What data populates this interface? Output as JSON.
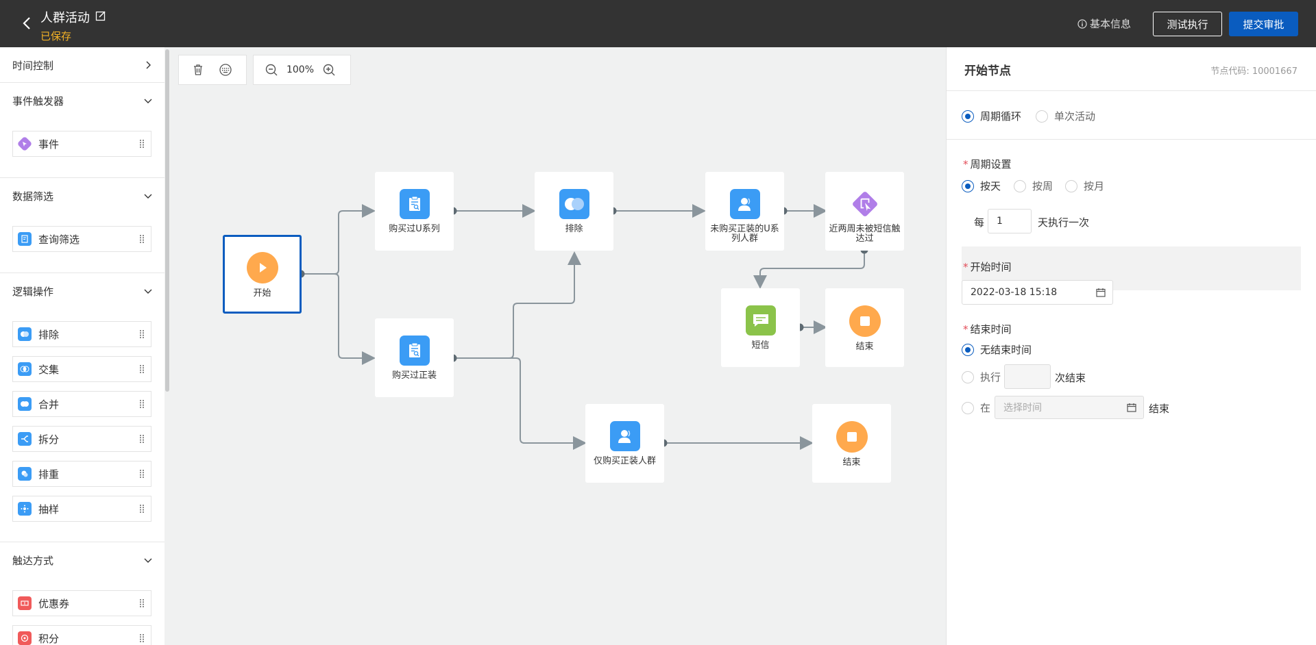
{
  "header": {
    "title": "人群活动",
    "status": "已保存",
    "basic_info": "基本信息",
    "test_button": "测试执行",
    "submit_button": "提交审批"
  },
  "sidebar": {
    "sections": [
      {
        "title": "时间控制",
        "items": []
      },
      {
        "title": "事件触发器",
        "items": [
          "事件"
        ]
      },
      {
        "title": "数据筛选",
        "items": [
          "查询筛选"
        ]
      },
      {
        "title": "逻辑操作",
        "items": [
          "排除",
          "交集",
          "合并",
          "拆分",
          "排重",
          "抽样"
        ]
      },
      {
        "title": "触达方式",
        "items": [
          "优惠券",
          "积分"
        ]
      }
    ]
  },
  "canvas": {
    "zoom": "100%",
    "nodes": {
      "start": "开始",
      "buy_u": "购买过U系列",
      "buy_z": "购买过正装",
      "exclude": "排除",
      "not_buy_u": "未购买正装的U系列人群",
      "no_sms": "近两周未被短信触达过",
      "sms": "短信",
      "end1": "结束",
      "only_z": "仅购买正装人群",
      "end2": "结束"
    }
  },
  "panel": {
    "title": "开始节点",
    "node_code": "节点代码: 10001667",
    "mode_options": [
      "周期循环",
      "单次活动"
    ],
    "cycle_label": "周期设置",
    "cycle_options": [
      "按天",
      "按周",
      "按月"
    ],
    "every_prefix": "每",
    "every_value": "1",
    "every_suffix": "天执行一次",
    "start_label": "开始时间",
    "start_value": "2022-03-18 15:18",
    "end_label": "结束时间",
    "end_no": "无结束时间",
    "end_exec_prefix": "执行",
    "end_exec_suffix": "次结束",
    "end_at_prefix": "在",
    "end_at_placeholder": "选择时间",
    "end_at_suffix": "结束"
  },
  "colors": {
    "header_bg": "#333333",
    "primary": "#0a5cbf",
    "saved": "#f5b325",
    "blue_icon": "#3b9cf5",
    "orange_icon": "#ffa94d",
    "purple_icon": "#b07ee8",
    "green_icon": "#8bc34a",
    "red_icon": "#f05a5a"
  }
}
